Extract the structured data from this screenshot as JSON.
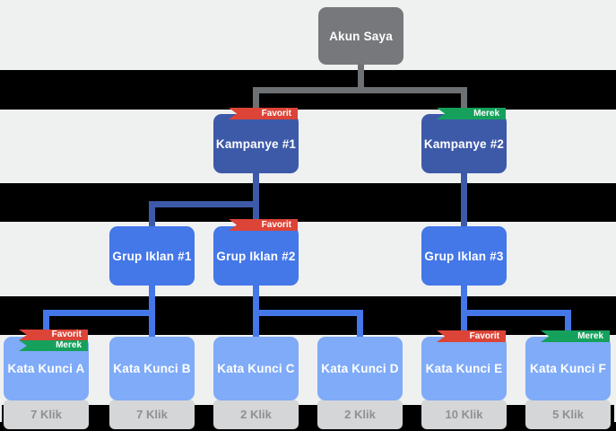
{
  "diagram": {
    "account": {
      "label": "Akun Saya"
    },
    "campaigns": [
      {
        "id": "campaign-1",
        "label": "Kampanye #1",
        "ribbons": [
          "favorit"
        ]
      },
      {
        "id": "campaign-2",
        "label": "Kampanye #2",
        "ribbons": [
          "merek"
        ]
      }
    ],
    "ad_groups": [
      {
        "id": "adgroup-1",
        "label": "Grup Iklan #1",
        "ribbons": []
      },
      {
        "id": "adgroup-2",
        "label": "Grup Iklan #2",
        "ribbons": [
          "favorit"
        ]
      },
      {
        "id": "adgroup-3",
        "label": "Grup Iklan #3",
        "ribbons": []
      }
    ],
    "keywords": [
      {
        "id": "keyword-a",
        "label": "Kata Kunci A",
        "clicks": "7 Klik",
        "ribbons": [
          "favorit",
          "merek"
        ]
      },
      {
        "id": "keyword-b",
        "label": "Kata Kunci B",
        "clicks": "7 Klik",
        "ribbons": []
      },
      {
        "id": "keyword-c",
        "label": "Kata Kunci C",
        "clicks": "2 Klik",
        "ribbons": []
      },
      {
        "id": "keyword-d",
        "label": "Kata Kunci D",
        "clicks": "2 Klik",
        "ribbons": []
      },
      {
        "id": "keyword-e",
        "label": "Kata Kunci E",
        "clicks": "10 Klik",
        "ribbons": [
          "favorit"
        ]
      },
      {
        "id": "keyword-f",
        "label": "Kata Kunci F",
        "clicks": "5 Klik",
        "ribbons": [
          "merek"
        ]
      }
    ],
    "ribbon_types": {
      "favorit": {
        "label": "Favorit",
        "color": "#dc4437"
      },
      "merek": {
        "label": "Merek",
        "color": "#15a15c"
      }
    },
    "colors": {
      "background": "#eff0f0",
      "band": "#000000",
      "account_box": "#76787b",
      "campaign_box": "#3d5aa9",
      "ad_group_box": "#4477e8",
      "keyword_box": "#7fabf8",
      "clicks_box": "#d5d6d8",
      "clicks_text": "#8d9194",
      "connector_account": "#6e7174",
      "connector_campaign": "#3d5aa9",
      "connector_ad_group": "#4477e8"
    }
  }
}
